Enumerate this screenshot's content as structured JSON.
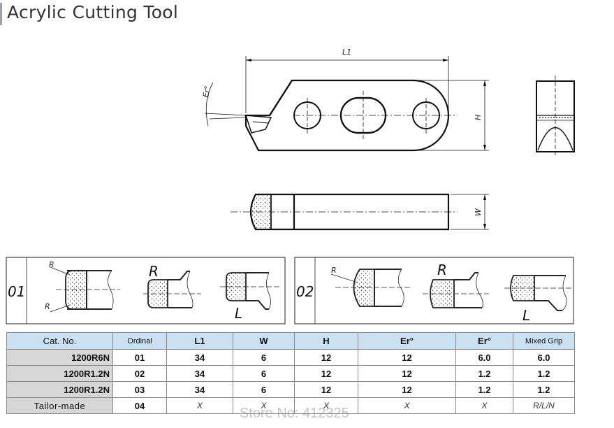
{
  "title": "Acrylic Cutting Tool",
  "drawing": {
    "dim_L1": "L1",
    "dim_H": "H",
    "dim_W": "W",
    "dim_Er": "Er°"
  },
  "variants": {
    "type_01": "01",
    "type_02": "02",
    "label_R": "R",
    "label_L": "L"
  },
  "table": {
    "headers": [
      "Cat. No.",
      "Ordinal",
      "L1",
      "W",
      "H",
      "Er°",
      "Er°",
      "Mixed Grip"
    ],
    "rows": [
      [
        "1200R6N",
        "01",
        "34",
        "6",
        "12",
        "12",
        "6.0",
        "6.0"
      ],
      [
        "1200R1.2N",
        "02",
        "34",
        "6",
        "12",
        "12",
        "1.2",
        "1.2"
      ],
      [
        "1200R1.2N",
        "03",
        "34",
        "6",
        "12",
        "12",
        "1.2",
        "1.2"
      ],
      [
        "Tailor-made",
        "04",
        "X",
        "X",
        "X",
        "X",
        "X",
        "R/L/N"
      ]
    ]
  },
  "watermark": "Store No: 412325"
}
